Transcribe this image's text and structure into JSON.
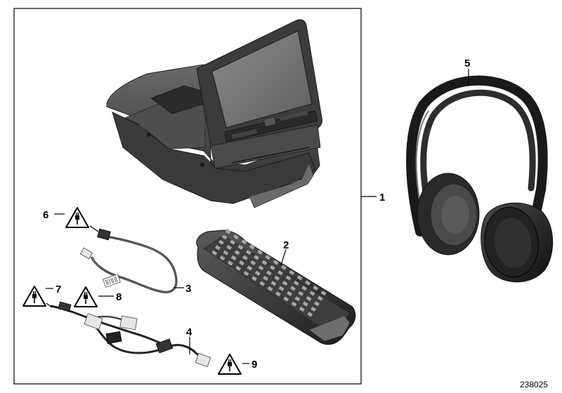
{
  "callouts": {
    "c1": "1",
    "c2": "2",
    "c3": "3",
    "c4": "4",
    "c5": "5",
    "c6": "6",
    "c7": "7",
    "c8": "8",
    "c9": "9"
  },
  "document_number": "238025",
  "warning_icon": "electrical-plug-warning-triangle",
  "colors": {
    "line": "#000000",
    "part_dark": "#2a2a2a",
    "part_mid": "#5a5a5a",
    "part_light": "#9a9a9a",
    "background": "#ffffff"
  }
}
